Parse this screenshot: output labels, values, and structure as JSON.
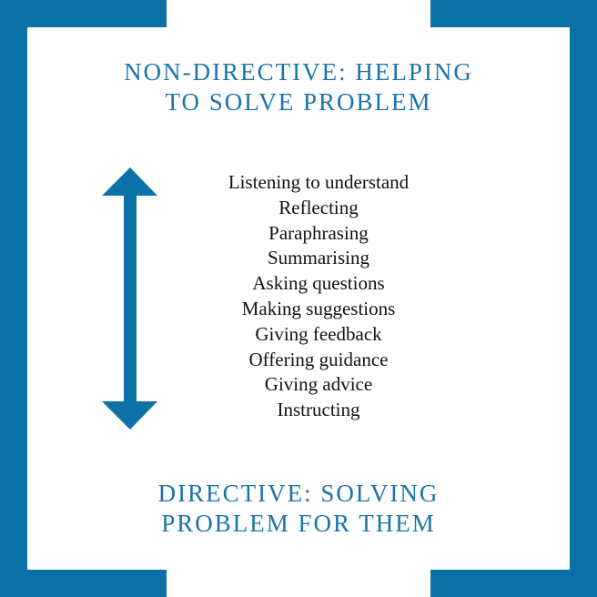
{
  "colors": {
    "accent": "#0b71a6",
    "heading": "#1a74aa",
    "text": "#111111",
    "background": "#ffffff"
  },
  "top_heading": {
    "line1": "NON-DIRECTIVE: HELPING",
    "line2": "TO SOLVE PROBLEM"
  },
  "bottom_heading": {
    "line1": "DIRECTIVE: SOLVING",
    "line2": "PROBLEM FOR THEM"
  },
  "arrow_icon": "double-headed-vertical-arrow",
  "items": [
    "Listening to understand",
    "Reflecting",
    "Paraphrasing",
    "Summarising",
    "Asking questions",
    "Making suggestions",
    "Giving feedback",
    "Offering guidance",
    "Giving advice",
    "Instructing"
  ]
}
